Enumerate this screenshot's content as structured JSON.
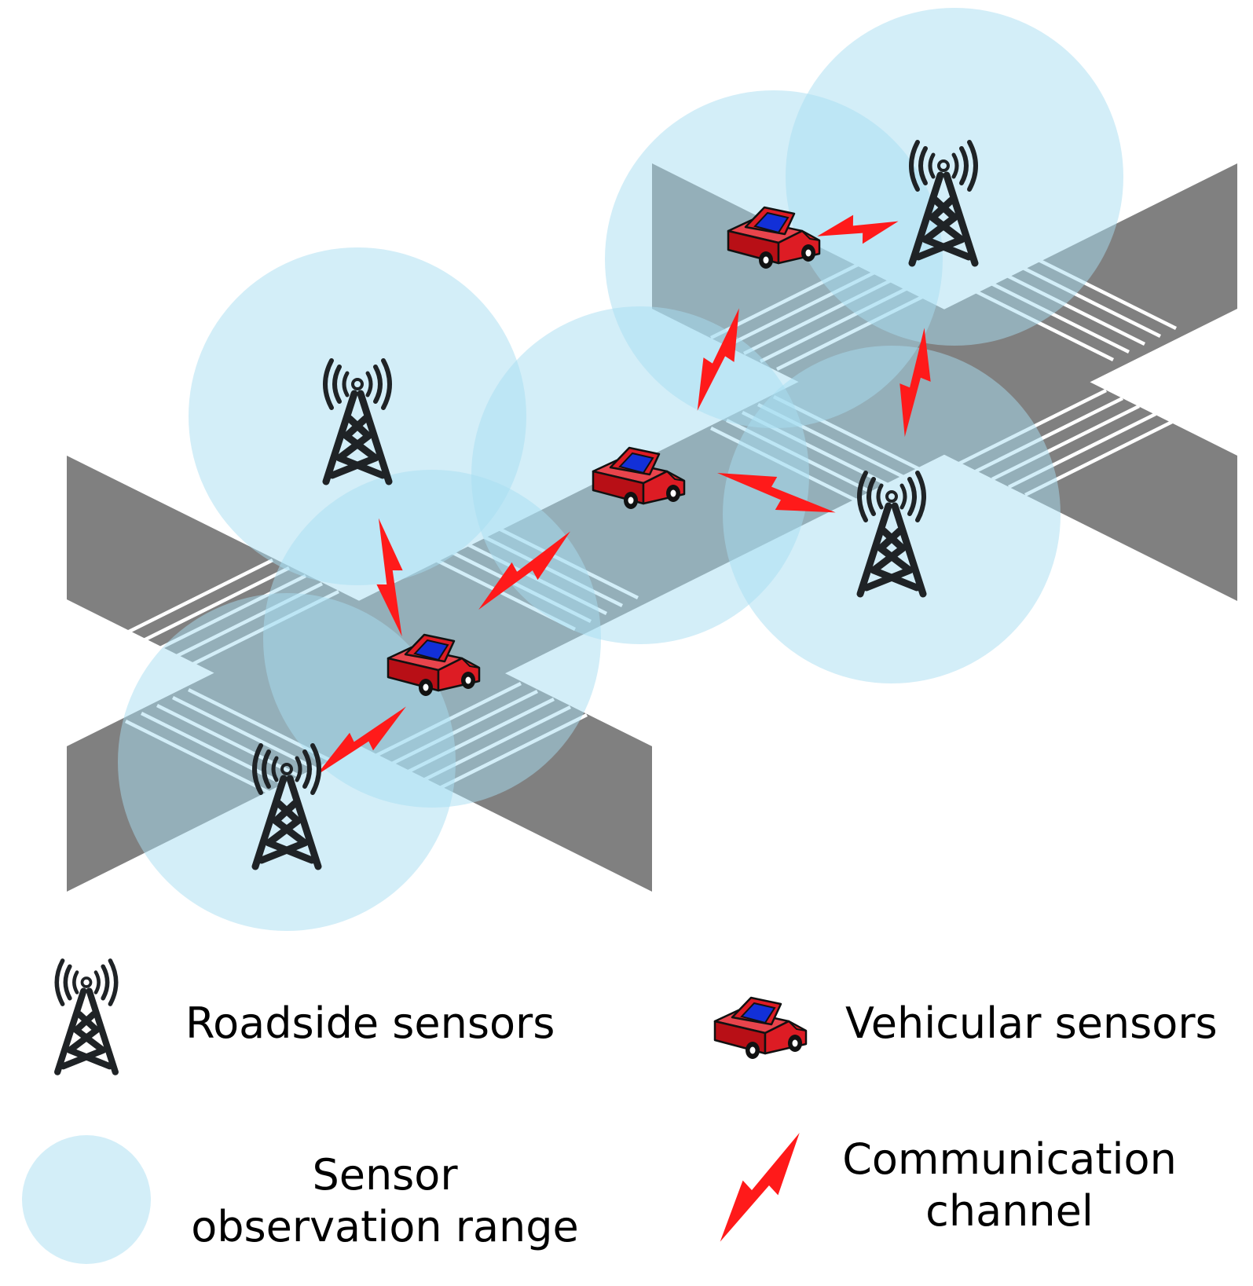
{
  "legend": {
    "roadside_sensors": "Roadside sensors",
    "vehicular_sensors": "Vehicular sensors",
    "observation_range_line1": "Sensor",
    "observation_range_line2": "observation range",
    "communication_line1": "Communication",
    "communication_line2": "channel"
  },
  "colors": {
    "road": "#808080",
    "crosswalk": "#ffffff",
    "range_fill": "#a8def2",
    "car_body": "#dd1c24",
    "car_window": "#1230d8",
    "lightning": "#ff1a1a",
    "tower": "#1f2326"
  },
  "icons": {
    "roadside_sensor": "radio-tower-icon",
    "vehicular_sensor": "car-icon",
    "observation_range": "circle-icon",
    "communication": "lightning-icon"
  }
}
